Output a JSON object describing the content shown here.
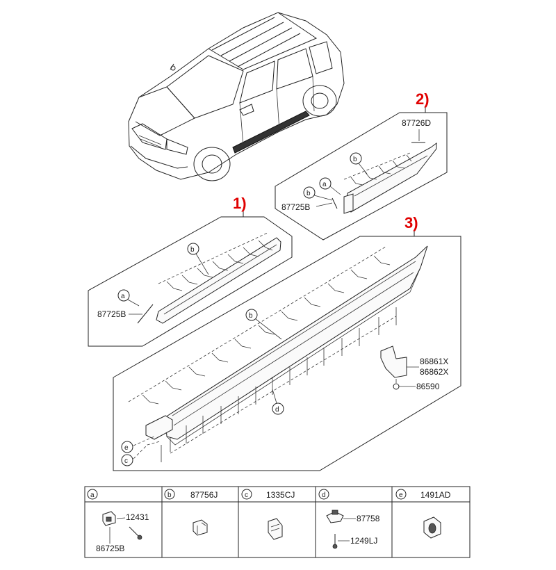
{
  "markers": {
    "m1": "1)",
    "m2": "2)",
    "m3": "3)"
  },
  "callouts": {
    "a": "a",
    "b": "b",
    "c": "c",
    "d": "d",
    "e": "e"
  },
  "parts": {
    "p87726D": "87726D",
    "p87725B_top": "87725B",
    "p87725B_left": "87725B",
    "p86861X": "86861X",
    "p86862X": "86862X",
    "p86590": "86590"
  },
  "legend": {
    "a": {
      "letter": "a",
      "parts": [
        "12431",
        "86725B"
      ]
    },
    "b": {
      "letter": "b",
      "part": "87756J"
    },
    "c": {
      "letter": "c",
      "part": "1335CJ"
    },
    "d": {
      "letter": "d",
      "parts": [
        "87758",
        "1249LJ"
      ]
    },
    "e": {
      "letter": "e",
      "part": "1491AD"
    }
  },
  "colors": {
    "marker": "#e00000",
    "line": "#222222"
  }
}
